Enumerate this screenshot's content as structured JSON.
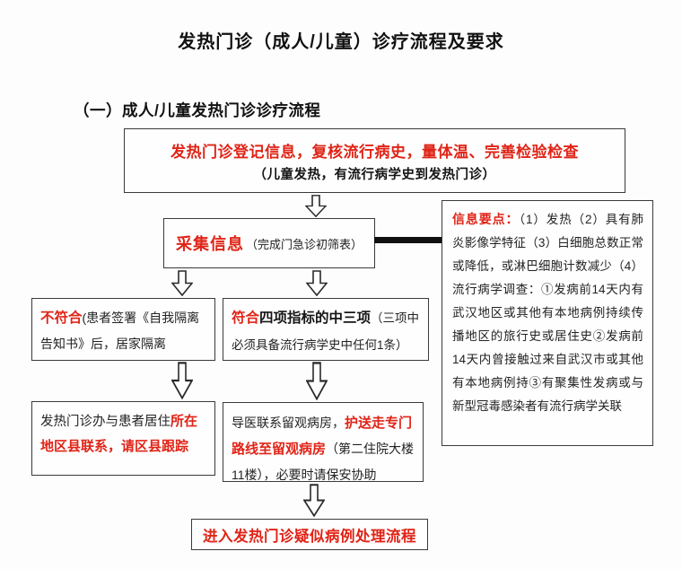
{
  "title": "发热门诊（成人/儿童）诊疗流程及要求",
  "subtitle": "（一）成人/儿童发热门诊诊疗流程",
  "nodes": {
    "register": {
      "line1": "发热门诊登记信息，复核流行病史，量体温、完善检验检查",
      "line2": "（儿童发热，有流行病学史到发热门诊）"
    },
    "collect": {
      "highlight": "采集信息",
      "note": "（完成门急诊初筛表）"
    },
    "info_points": {
      "label": "信息要点：",
      "body": "（1）发热（2）具有肺炎影像学特征（3）白细胞总数正常或降低，或淋巴细胞计数减少（4）流行病学调查：①发病前14天内有武汉地区或其他有本地病例持续传播地区的旅行史或居住史②发病前14天内曾接触过来自武汉市或其他有本地病例持③有聚集性发病或与新型冠毒感染者有流行病学关联"
    },
    "not_match": {
      "highlight": "不符合",
      "rest": "(患者签署《自我隔离告知书》后，居家隔离"
    },
    "match": {
      "highlight": "符合",
      "bold": "四项指标的中三项",
      "note": "（三项中必须具备流行病学史中任何1条）"
    },
    "follow_up": {
      "prefix": "发热门诊办与患者居住",
      "highlight": "所在地区县联系，请区县跟踪"
    },
    "escort": {
      "prefix": "导医联系留观病房，",
      "highlight": "护送走专门路线至留观病房",
      "suffix": "（第二住院大楼11楼），必要时请保安协助"
    },
    "final": {
      "text": "进入发热门诊疑似病例处理流程"
    }
  },
  "colors": {
    "accent_red": "#e02417",
    "border": "#3a3a3a",
    "text_black": "#1c1c1c"
  }
}
